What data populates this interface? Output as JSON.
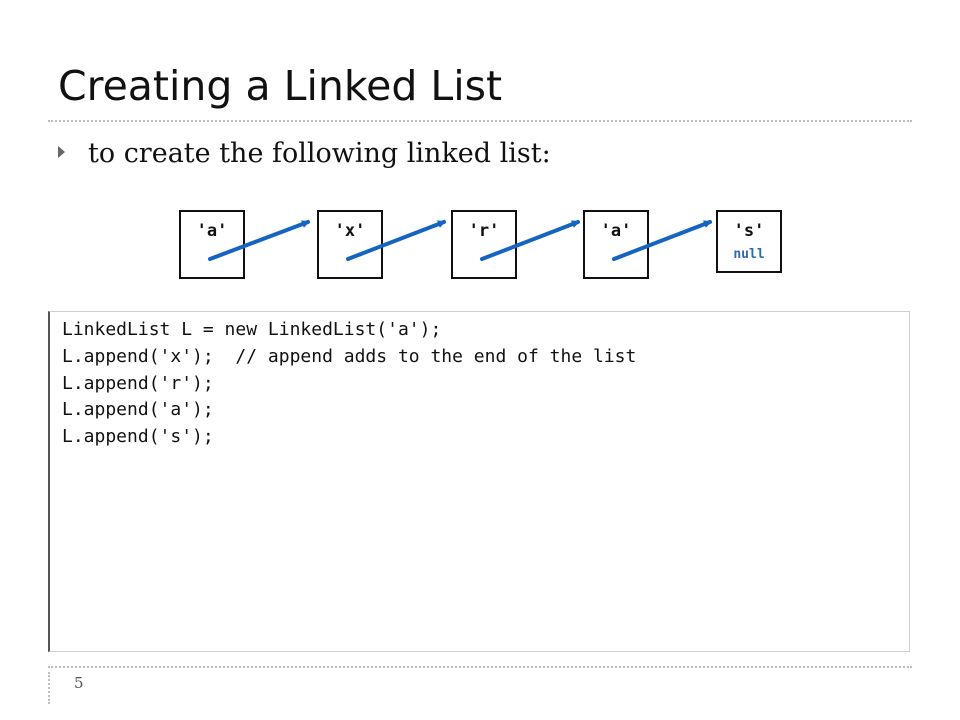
{
  "slide": {
    "title": "Creating a Linked List",
    "bullet": "to create the following linked list:",
    "page_number": "5"
  },
  "diagram": {
    "nodes": [
      {
        "label": "'a'",
        "next": ""
      },
      {
        "label": "'x'",
        "next": ""
      },
      {
        "label": "'r'",
        "next": ""
      },
      {
        "label": "'a'",
        "next": ""
      },
      {
        "label": "'s'",
        "next": "null"
      }
    ],
    "arrow_color": "#1565c0"
  },
  "code": {
    "lines": [
      "LinkedList L = new LinkedList('a');",
      "L.append('x');  // append adds to the end of the list",
      "L.append('r');",
      "L.append('a');",
      "L.append('s');"
    ]
  }
}
